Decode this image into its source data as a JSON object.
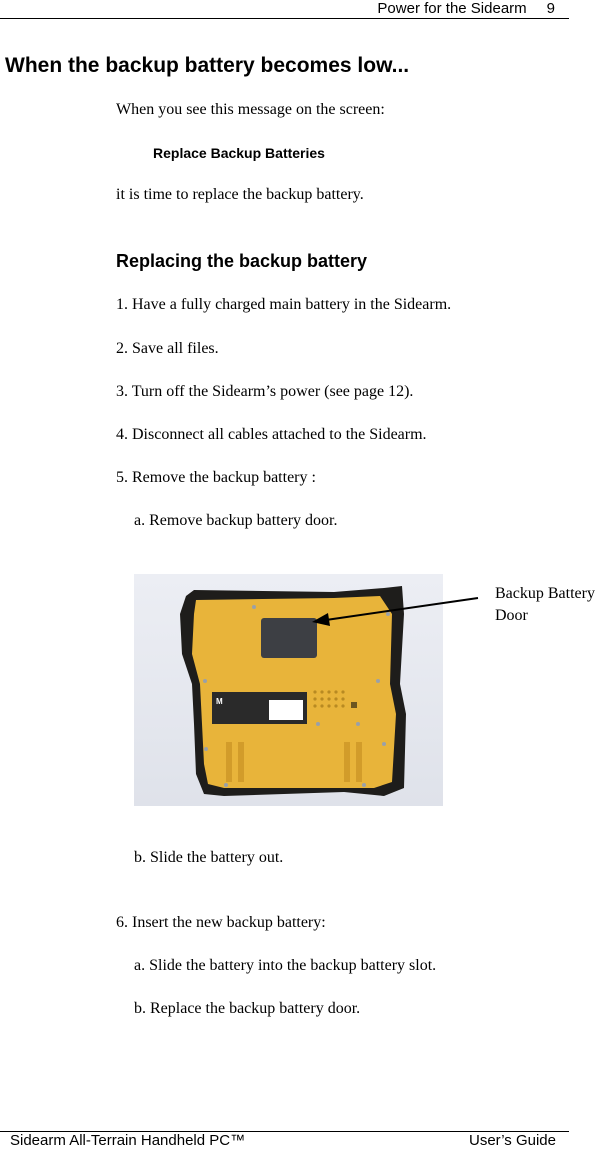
{
  "header": {
    "section_title": "Power for the Sidearm",
    "page_number": "9"
  },
  "main": {
    "title": "When the backup battery becomes low...",
    "intro": "When you see this message on the screen:",
    "screen_message": "Replace Backup Batteries",
    "after_message": "it is time to replace the backup battery.",
    "subheading": "Replacing the backup battery",
    "steps": [
      "1. Have a fully charged main battery in the Sidearm.",
      "2. Save all files.",
      "3. Turn off the Sidearm’s power (see page 12).",
      "4. Disconnect all cables attached to the Sidearm.",
      "5. Remove the backup battery :"
    ],
    "step5_substeps": [
      "a. Remove backup battery door.",
      "b. Slide the battery out."
    ],
    "step6": "6. Insert the new backup battery:",
    "step6_substeps": [
      "a. Slide the battery into the backup battery slot.",
      "b. Replace the backup battery door."
    ],
    "figure": {
      "description": "Photo of the back of the Sidearm handheld (yellow case) showing the backup battery door",
      "callout_line1": "Backup Battery",
      "callout_line2": "Door",
      "colors": {
        "case": "#e8b43a",
        "door": "#3d3f44",
        "frame": "#1e1d1b",
        "background": "#e4e6ee"
      }
    }
  },
  "footer": {
    "left": "Sidearm All-Terrain Handheld PC™",
    "right": "User’s Guide"
  }
}
